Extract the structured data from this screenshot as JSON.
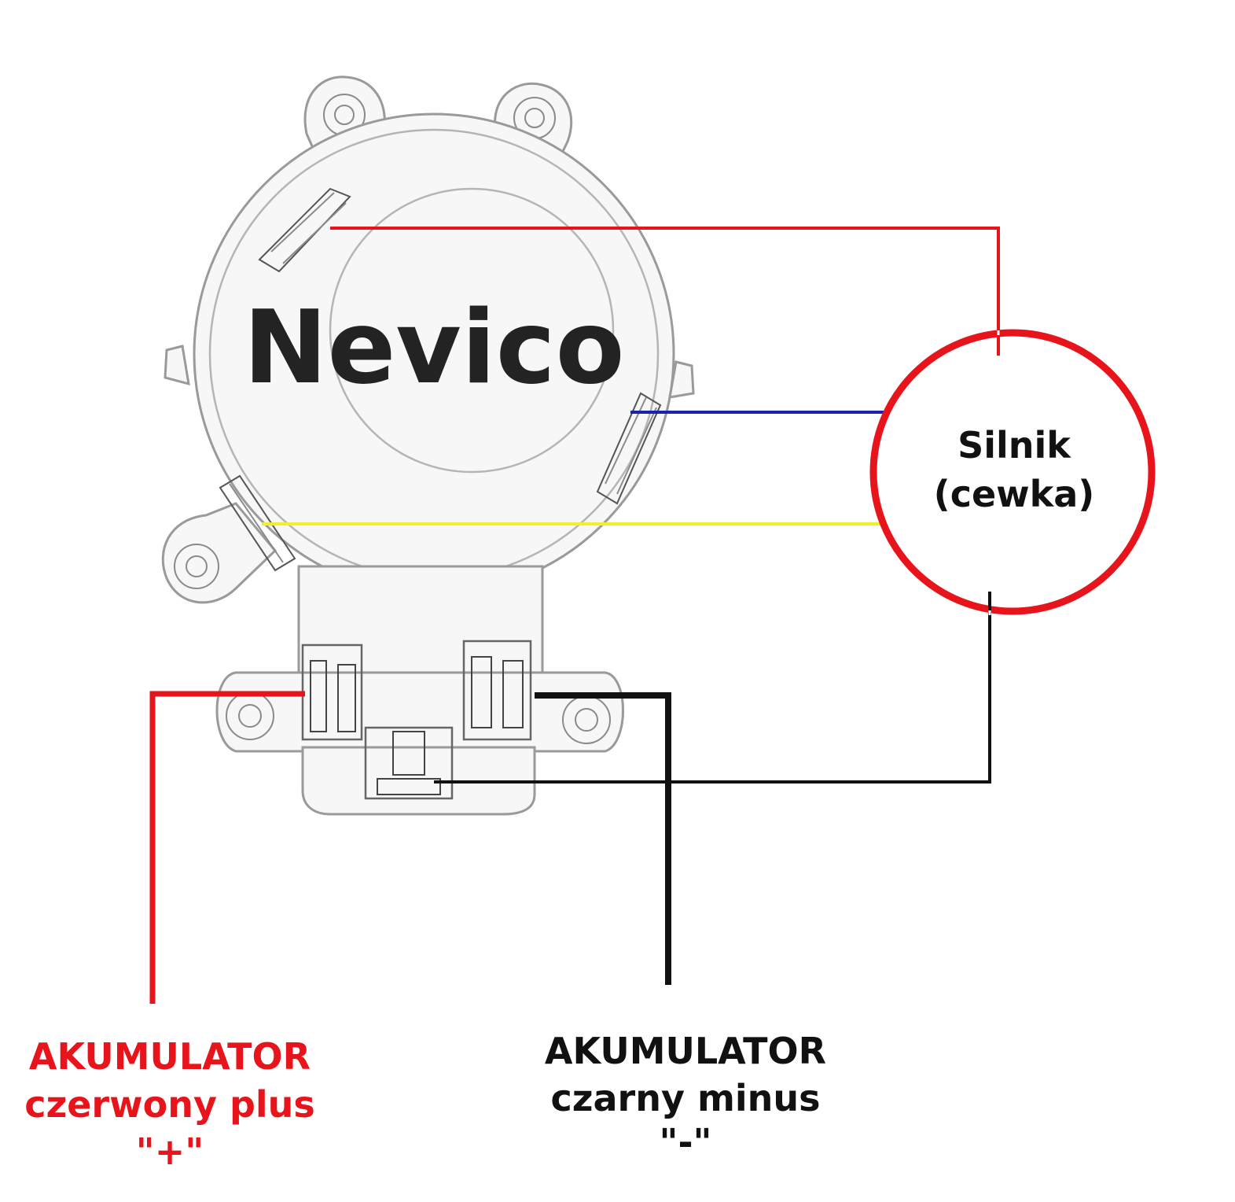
{
  "brand": "Nevico",
  "motor": {
    "line1": "Silnik",
    "line2": "(cewka)",
    "circle_color": "#e8141c"
  },
  "terminals": {
    "plus": {
      "line1": "AKUMULATOR",
      "line2": "czerwony plus",
      "line3": "\"+\"",
      "color": "#e8141c"
    },
    "minus": {
      "line1": "AKUMULATOR",
      "line2": "czarny minus",
      "line3": "\"-\"",
      "color": "#111111"
    }
  },
  "wire_colors": {
    "red": "#e8141c",
    "blue": "#1a22b0",
    "yellow": "#f2ee2a",
    "black": "#111111"
  }
}
